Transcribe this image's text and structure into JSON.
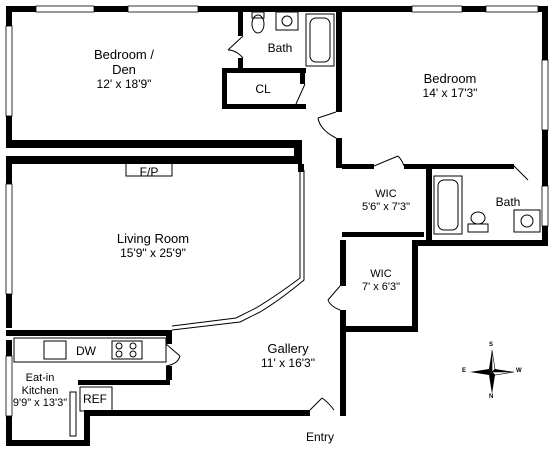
{
  "rooms": {
    "bedroom_den": {
      "name": "Bedroom /\nDen",
      "size": "12' x 18'9\""
    },
    "bath_top": {
      "name": "Bath"
    },
    "closet": {
      "name": "CL"
    },
    "bedroom": {
      "name": "Bedroom",
      "size": "14' x 17'3\""
    },
    "wic_1": {
      "name": "WIC",
      "size": "5'6\" x 7'3\""
    },
    "bath_right": {
      "name": "Bath"
    },
    "living_room": {
      "name": "Living Room",
      "size": "15'9\" x 25'9\""
    },
    "fireplace": {
      "name": "F/P"
    },
    "wic_2": {
      "name": "WIC",
      "size": "7' x 6'3\""
    },
    "gallery": {
      "name": "Gallery",
      "size": "11' x 16'3\""
    },
    "kitchen": {
      "name": "Eat-in\nKitchen",
      "size": "9'9\" x 13'3\""
    }
  },
  "fixtures": {
    "dishwasher": "DW",
    "refrigerator": "REF"
  },
  "entry": "Entry",
  "compass": {
    "n": "N",
    "s": "S",
    "e": "E",
    "w": "W"
  }
}
